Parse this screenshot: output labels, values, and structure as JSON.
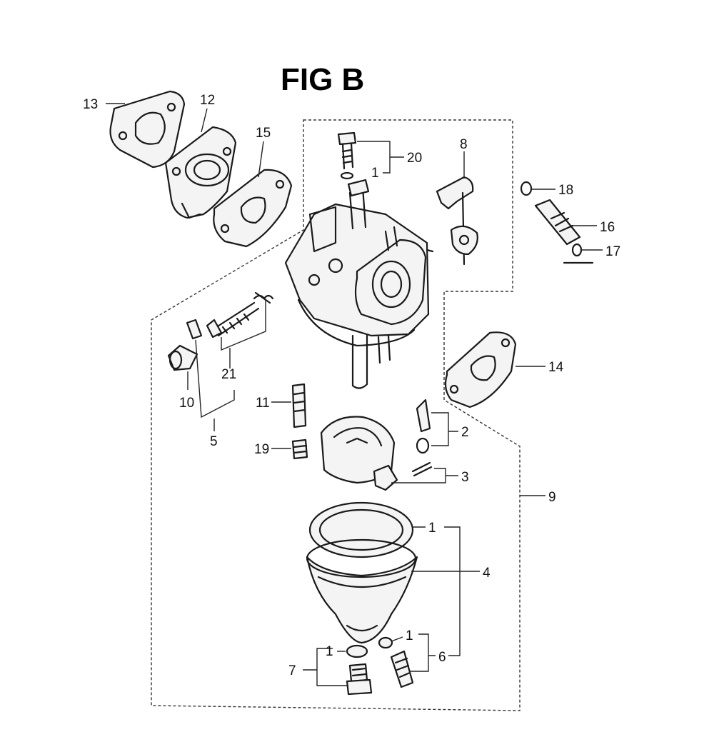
{
  "figure": {
    "title": "FIG B"
  },
  "callouts": [
    {
      "id": "c13",
      "text": "13"
    },
    {
      "id": "c12",
      "text": "12"
    },
    {
      "id": "c15",
      "text": "15"
    },
    {
      "id": "c20",
      "text": "20"
    },
    {
      "id": "c1a",
      "text": "1"
    },
    {
      "id": "c8",
      "text": "8"
    },
    {
      "id": "c18",
      "text": "18"
    },
    {
      "id": "c16",
      "text": "16"
    },
    {
      "id": "c17",
      "text": "17"
    },
    {
      "id": "c14",
      "text": "14"
    },
    {
      "id": "c21",
      "text": "21"
    },
    {
      "id": "c10",
      "text": "10"
    },
    {
      "id": "c5",
      "text": "5"
    },
    {
      "id": "c11",
      "text": "11"
    },
    {
      "id": "c19",
      "text": "19"
    },
    {
      "id": "c2",
      "text": "2"
    },
    {
      "id": "c3",
      "text": "3"
    },
    {
      "id": "c9",
      "text": "9"
    },
    {
      "id": "c1b",
      "text": "1"
    },
    {
      "id": "c4",
      "text": "4"
    },
    {
      "id": "c1c",
      "text": "1"
    },
    {
      "id": "c1d",
      "text": "1"
    },
    {
      "id": "c6",
      "text": "6"
    },
    {
      "id": "c7",
      "text": "7"
    }
  ]
}
